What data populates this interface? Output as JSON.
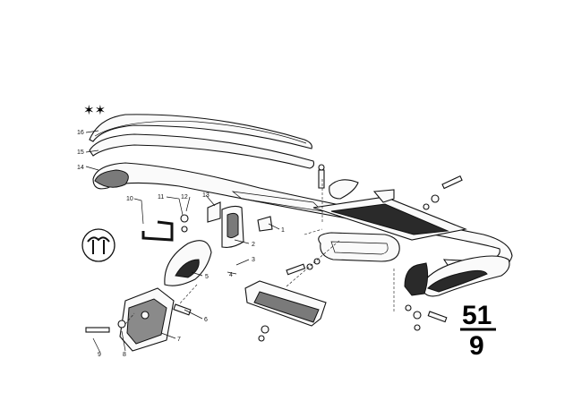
{
  "stars": "✶✶",
  "reference": {
    "top": "51",
    "bottom": "9"
  },
  "callouts": [
    {
      "id": "1",
      "text": "1"
    },
    {
      "id": "2",
      "text": "2"
    },
    {
      "id": "3",
      "text": "3"
    },
    {
      "id": "4",
      "text": "4"
    },
    {
      "id": "5",
      "text": "5"
    },
    {
      "id": "6",
      "text": "6"
    },
    {
      "id": "7",
      "text": "7"
    },
    {
      "id": "8",
      "text": "8"
    },
    {
      "id": "9",
      "text": "9"
    },
    {
      "id": "10",
      "text": "10"
    },
    {
      "id": "11",
      "text": "11"
    },
    {
      "id": "12",
      "text": "12"
    },
    {
      "id": "13",
      "text": "13"
    },
    {
      "id": "14",
      "text": "14"
    },
    {
      "id": "15",
      "text": "15"
    },
    {
      "id": "16",
      "text": "16"
    }
  ]
}
